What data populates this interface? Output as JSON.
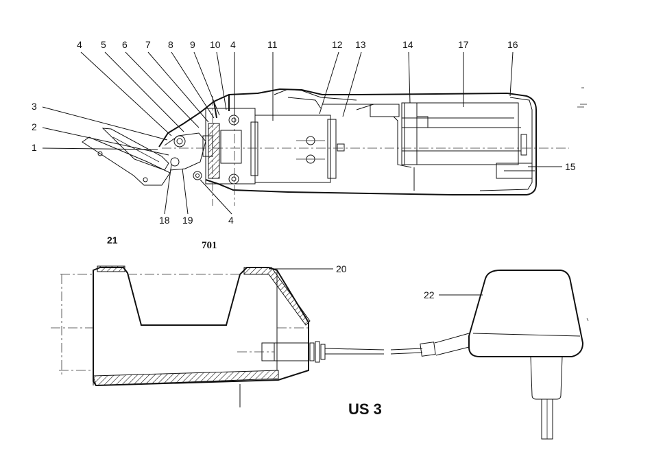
{
  "figure_label": "US 3",
  "callouts": [
    {
      "id": "c4a",
      "text": "4"
    },
    {
      "id": "c5",
      "text": "5"
    },
    {
      "id": "c6",
      "text": "6"
    },
    {
      "id": "c7",
      "text": "7"
    },
    {
      "id": "c8",
      "text": "8"
    },
    {
      "id": "c9",
      "text": "9"
    },
    {
      "id": "c10",
      "text": "10"
    },
    {
      "id": "c4b",
      "text": "4"
    },
    {
      "id": "c11",
      "text": "11"
    },
    {
      "id": "c12",
      "text": "12"
    },
    {
      "id": "c13",
      "text": "13"
    },
    {
      "id": "c14",
      "text": "14"
    },
    {
      "id": "c17",
      "text": "17"
    },
    {
      "id": "c16",
      "text": "16"
    },
    {
      "id": "c3",
      "text": "3"
    },
    {
      "id": "c2",
      "text": "2"
    },
    {
      "id": "c1",
      "text": "1"
    },
    {
      "id": "c15",
      "text": "15"
    },
    {
      "id": "c18",
      "text": "18"
    },
    {
      "id": "c19",
      "text": "19"
    },
    {
      "id": "c4c",
      "text": "4"
    },
    {
      "id": "c21",
      "text": "21"
    },
    {
      "id": "c701",
      "text": "701"
    },
    {
      "id": "c20",
      "text": "20"
    },
    {
      "id": "c22",
      "text": "22"
    }
  ]
}
